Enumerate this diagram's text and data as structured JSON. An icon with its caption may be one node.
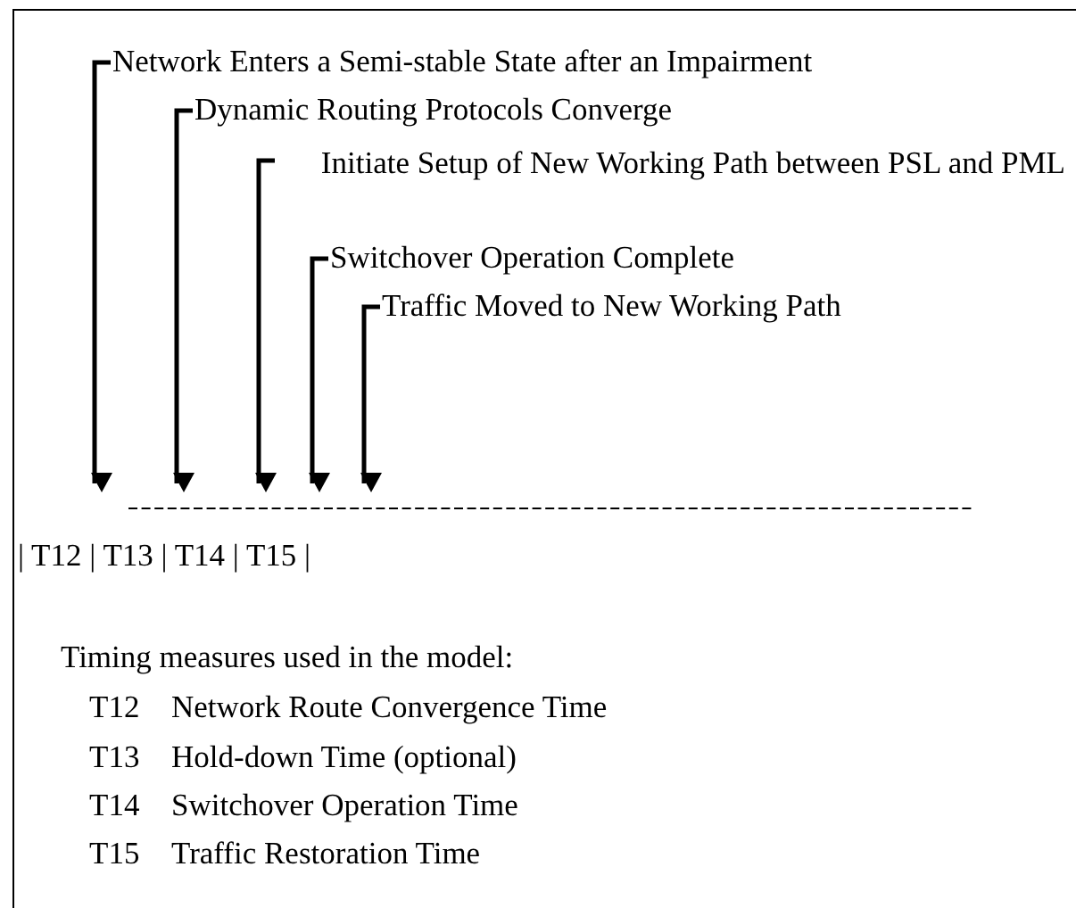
{
  "diagram": {
    "nodes": [
      {
        "text": [
          "Network Enters a Semi-stable State after an Impairment"
        ]
      },
      {
        "text": [
          "Dynamic Routing Protocols Converge"
        ]
      },
      {
        "text": [
          "Initiate Setup of New Working Path between PSL and PML"
        ]
      },
      {
        "text": [
          "Switchover Operation Complete"
        ]
      },
      {
        "text": [
          "Traffic Moved to New Working Path"
        ]
      }
    ],
    "edges": [
      {
        "from": 0,
        "to": null,
        "arrow": "to"
      },
      {
        "from": 1,
        "to": null,
        "arrow": "to"
      },
      {
        "from": 2,
        "to": null,
        "arrow": "to"
      },
      {
        "from": 3,
        "to": null,
        "arrow": "to"
      },
      {
        "from": 4,
        "to": null,
        "arrow": "to"
      }
    ],
    "labels": [
      "| T12 | T13 | T14 | T15 |",
      "Timing measures used in the model:",
      "T12",
      "Network Route Convergence Time",
      "T13",
      "Hold-down Time (optional)",
      "T14",
      "Switchover Operation Time",
      "T15",
      "Traffic Restoration Time"
    ]
  }
}
